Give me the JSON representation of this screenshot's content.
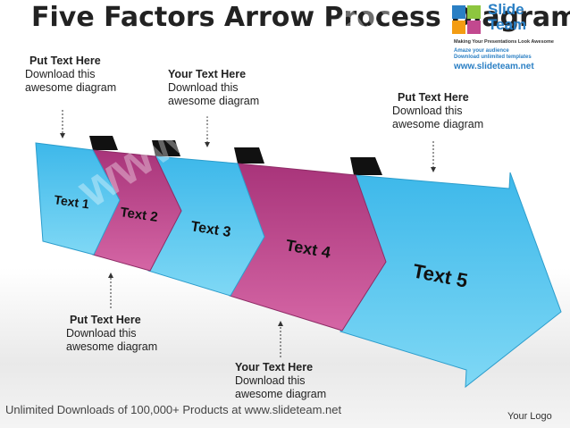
{
  "title": "Five Factors Arrow Process Diagram",
  "brand": {
    "name_line1": "Slide",
    "name_line2": "Team",
    "tagline": "Making Your Presentations Look Awesome",
    "line1": "Amaze your audience",
    "line2": "Download unlimited templates",
    "url": "www.slideteam.net"
  },
  "watermark": "www.SlideTeam.net",
  "callouts": [
    {
      "heading": "Put Text Here",
      "body1": "Download this",
      "body2": "awesome diagram"
    },
    {
      "heading": "Your Text Here",
      "body1": "Download this",
      "body2": "awesome diagram"
    },
    {
      "heading": "Put Text Here",
      "body1": "Download this",
      "body2": "awesome diagram"
    },
    {
      "heading": "Put Text Here",
      "body1": "Download this",
      "body2": "awesome diagram"
    },
    {
      "heading": "Your Text Here",
      "body1": "Download this",
      "body2": "awesome diagram"
    }
  ],
  "steps": [
    {
      "label": "Text 1",
      "color": "#4cc3ee"
    },
    {
      "label": "Text 2",
      "color": "#c2498f"
    },
    {
      "label": "Text 3",
      "color": "#4cc3ee"
    },
    {
      "label": "Text 4",
      "color": "#c2498f"
    },
    {
      "label": "Text 5",
      "color": "#4cc3ee"
    }
  ],
  "footer": "Unlimited Downloads of 100,000+ Products at www.slideteam.net",
  "logo_placeholder": "Your Logo"
}
